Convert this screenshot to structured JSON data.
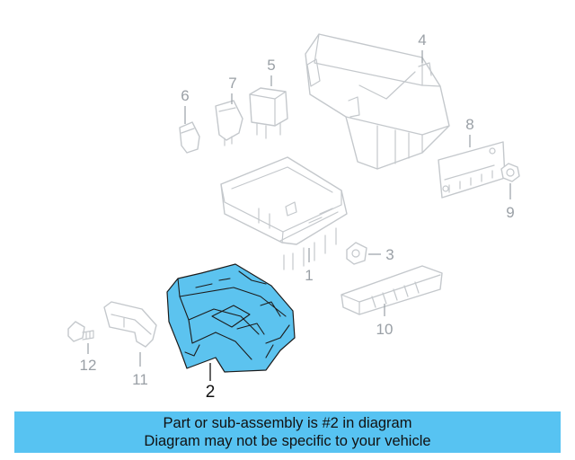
{
  "diagram": {
    "highlight_color": "#5cc3ef",
    "ghost_color": "#c4c8cc",
    "callouts": [
      {
        "id": "1",
        "label": "1"
      },
      {
        "id": "2",
        "label": "2",
        "highlighted": true
      },
      {
        "id": "3",
        "label": "3"
      },
      {
        "id": "4",
        "label": "4"
      },
      {
        "id": "5",
        "label": "5"
      },
      {
        "id": "6",
        "label": "6"
      },
      {
        "id": "7",
        "label": "7"
      },
      {
        "id": "8",
        "label": "8"
      },
      {
        "id": "9",
        "label": "9"
      },
      {
        "id": "10",
        "label": "10"
      },
      {
        "id": "11",
        "label": "11"
      },
      {
        "id": "12",
        "label": "12"
      }
    ]
  },
  "banner": {
    "background": "#57c3f2",
    "line1": "Part or sub-assembly is #2 in diagram",
    "line2": "Diagram may not be specific to your vehicle"
  }
}
